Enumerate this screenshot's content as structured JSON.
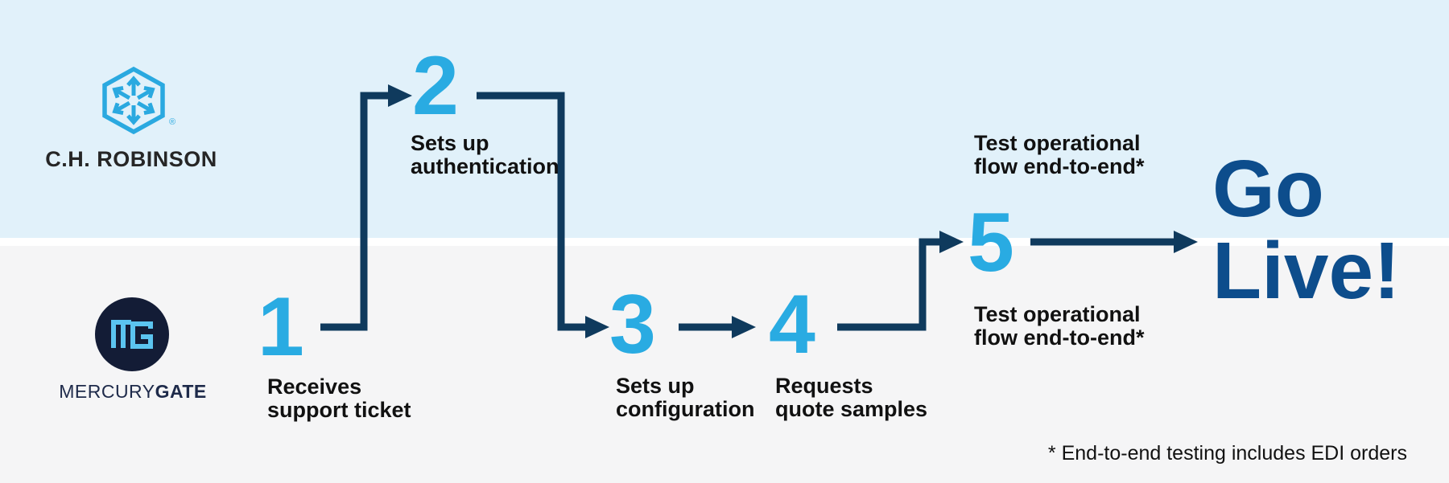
{
  "colors": {
    "lane-top-bg": "#e1f1fa",
    "lane-bottom-bg": "#f5f5f6",
    "separator": "#ffffff",
    "step-number": "#29abe2",
    "arrow": "#0f3a5d",
    "go-live": "#0d4d8c",
    "label-text": "#111111",
    "chr-blue": "#2aa9e0",
    "chr-text": "#262626",
    "mg-navy": "#131c36",
    "mg-glyph": "#5bc4f0",
    "mg-wordmark": "#1e2a4a"
  },
  "brands": {
    "chrobinson": {
      "wordmark": "C.H. ROBINSON",
      "registered": "®"
    },
    "mercurygate": {
      "wordmark_regular": "MERCURY",
      "wordmark_bold": "GATE"
    }
  },
  "steps": {
    "step1": {
      "number": "1",
      "line1": "Receives",
      "line2": "support ticket"
    },
    "step2": {
      "number": "2",
      "line1": "Sets up",
      "line2": "authentication"
    },
    "step3": {
      "number": "3",
      "line1": "Sets up",
      "line2": "configuration"
    },
    "step4": {
      "number": "4",
      "line1": "Requests",
      "line2": "quote samples"
    },
    "step5": {
      "number": "5",
      "label_top_line1": "Test operational",
      "label_top_line2": "flow end-to-end*",
      "label_bottom_line1": "Test operational",
      "label_bottom_line2": "flow end-to-end*"
    }
  },
  "finish": {
    "line1": "Go",
    "line2": "Live!"
  },
  "footnote": "* End-to-end testing includes EDI orders"
}
